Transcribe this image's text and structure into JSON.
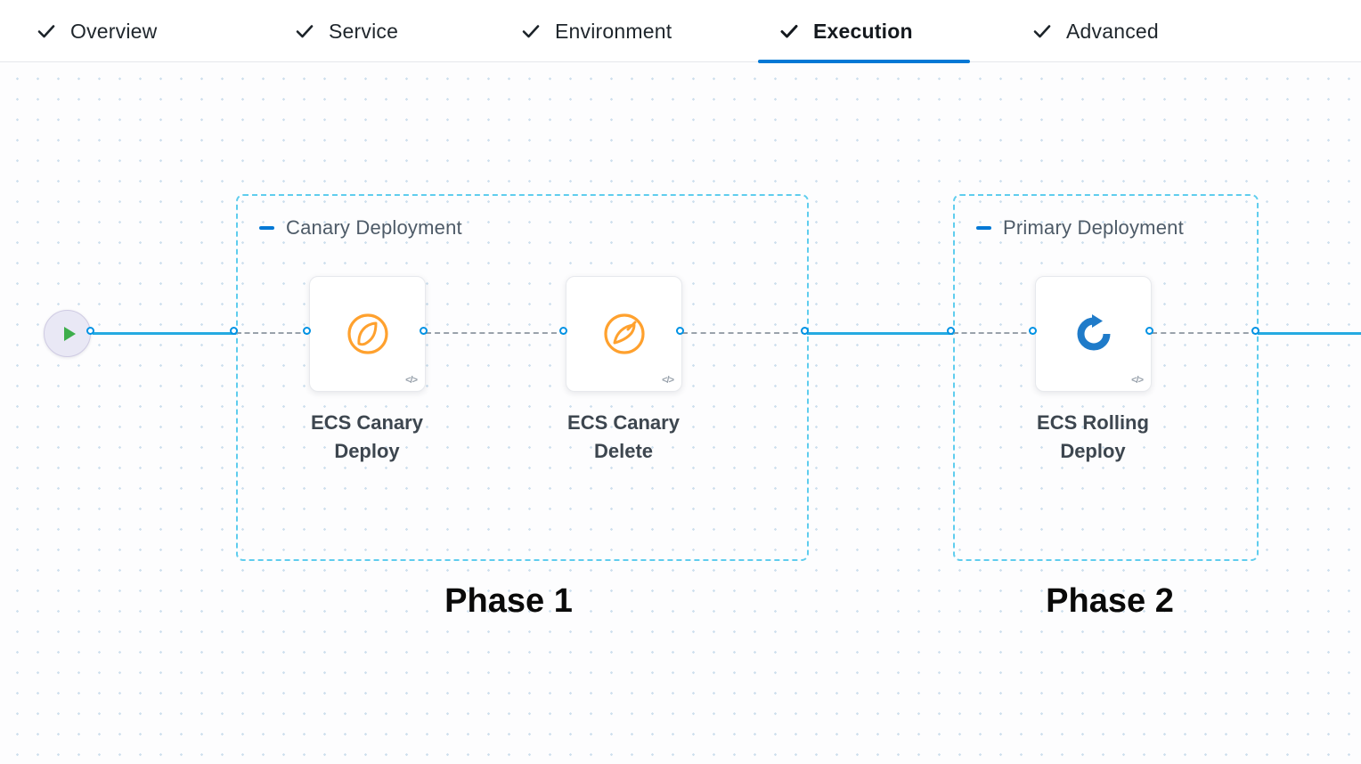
{
  "tabs": {
    "items": [
      {
        "label": "Overview"
      },
      {
        "label": "Service"
      },
      {
        "label": "Environment"
      },
      {
        "label": "Execution"
      },
      {
        "label": "Advanced"
      }
    ],
    "active": "Execution"
  },
  "pipeline": {
    "start_node": "play-icon",
    "groups": [
      {
        "title": "Canary Deployment",
        "phase": "Phase 1",
        "steps": [
          {
            "name": "ECS Canary Deploy",
            "icon": "ecs-canary-deploy-icon",
            "code_badge": "</>"
          },
          {
            "name": "ECS Canary Delete",
            "icon": "ecs-canary-delete-icon",
            "code_badge": "</>"
          }
        ]
      },
      {
        "title": "Primary Deployment",
        "phase": "Phase 2",
        "steps": [
          {
            "name": "ECS Rolling Deploy",
            "icon": "ecs-rolling-deploy-icon",
            "code_badge": "</>"
          }
        ]
      }
    ],
    "colors": {
      "accent": "#0278d5",
      "flow_line": "#25aae1",
      "node_border": "#0092e4",
      "group_border": "#5fcdee",
      "canary_icon": "#ffa12e",
      "ecs_icon": "#1f7bc9",
      "start_play": "#3dae4b"
    }
  }
}
